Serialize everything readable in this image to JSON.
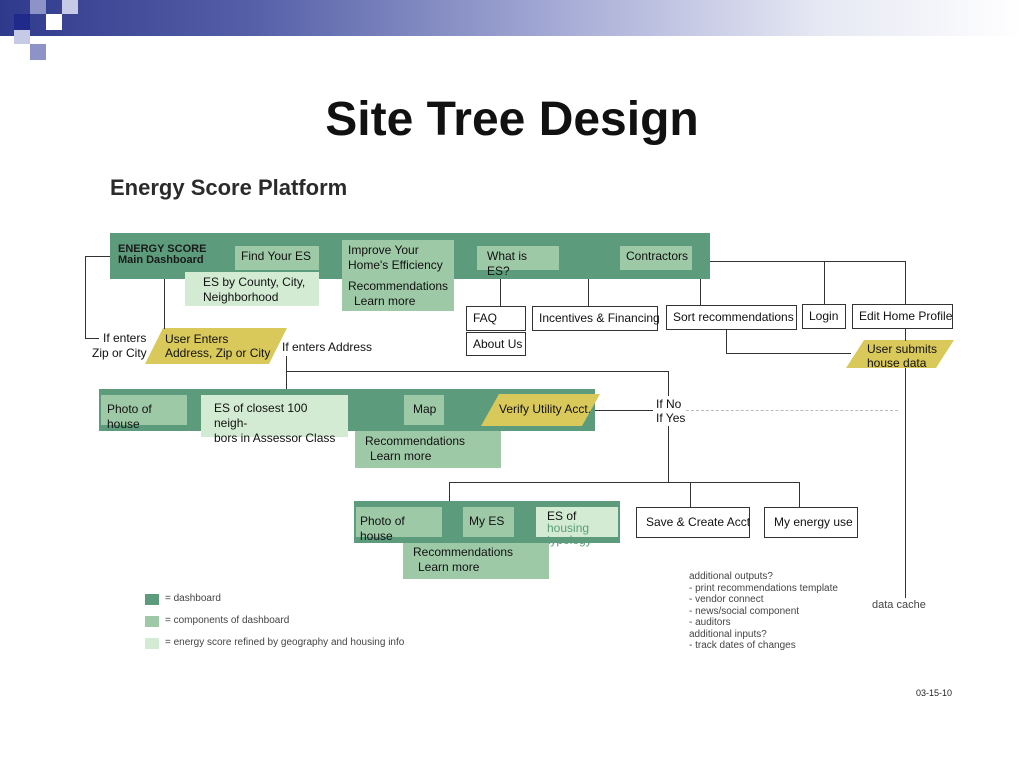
{
  "title": "Site Tree Design",
  "subtitle": "Energy Score Platform",
  "main_dashboard": {
    "title_line1": "ENERGY SCORE",
    "title_line2": "Main Dashboard",
    "find_your_es": "Find Your ES",
    "improve_line1": "Improve Your",
    "improve_line2": "Home's Efficiency",
    "what_is_es": "What is ES?",
    "contractors": "Contractors",
    "es_by_county_line1": "ES by County, City,",
    "es_by_county_line2": "Neighborhood",
    "recommendations_line1": "Recommendations",
    "recommendations_line2": "Learn more"
  },
  "top_links": {
    "faq": "FAQ",
    "about_us": "About Us",
    "incentives": "Incentives & Financing",
    "sort_recommendations": "Sort recommendations",
    "login": "Login",
    "edit_home_profile": "Edit Home Profile",
    "user_submits_line1": "User submits",
    "user_submits_line2": "house data"
  },
  "entry": {
    "if_enters_line1": "If enters",
    "if_enters_line2": "Zip or City",
    "user_enters_line1": "User Enters",
    "user_enters_line2": "Address, Zip or City",
    "if_enters_address": "If enters Address"
  },
  "address_dashboard": {
    "photo_of_house": "Photo of house",
    "es_closest_line1": "ES of closest 100 neigh-",
    "es_closest_line2": "bors in Assessor Class",
    "map": "Map",
    "verify_utility": "Verify Utility Acct.",
    "recommendations_line1": "Recommendations",
    "recommendations_line2": "Learn more",
    "if_no": "If No",
    "if_yes": "If Yes"
  },
  "verified_dashboard": {
    "photo_of_house": "Photo of house",
    "my_es": "My ES",
    "es_of": "ES of",
    "housing": "housing",
    "typology": "typology",
    "recommendations_line1": "Recommendations",
    "recommendations_line2": "Learn more",
    "save_create_acct": "Save & Create Acct",
    "my_energy_use": "My energy use"
  },
  "legend": [
    {
      "color": "#5c9c7c",
      "text": "=  dashboard"
    },
    {
      "color": "#9ec9a7",
      "text": "=  components of dashboard"
    },
    {
      "color": "#d2ebd2",
      "text": "=  energy score refined by geography and housing info"
    }
  ],
  "notes": [
    "additional outputs?",
    "- print recommendations template",
    "- vendor connect",
    "- news/social component",
    "- auditors",
    "additional inputs?",
    "- track dates of changes"
  ],
  "data_cache": "data cache",
  "date": "03-15-10",
  "colors": {
    "dashboard": "#5c9c7c",
    "component": "#9ec9a7",
    "refined": "#d2ebd2",
    "user_action": "#d9c95a"
  }
}
